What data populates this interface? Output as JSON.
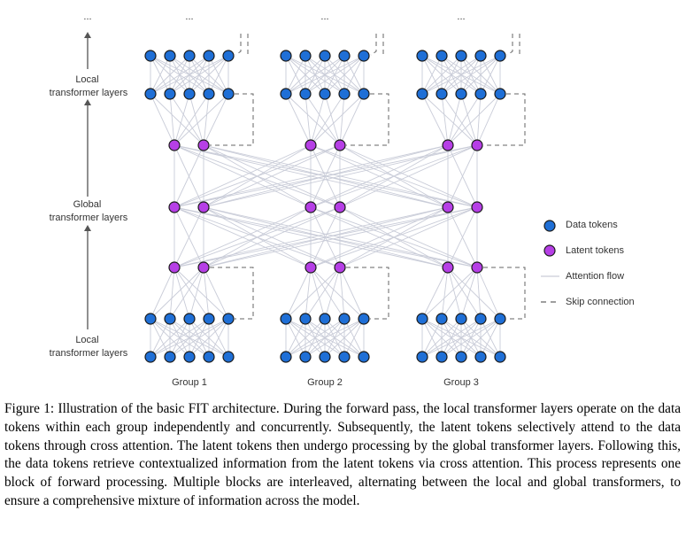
{
  "figure": {
    "dots": "...",
    "side_labels": {
      "local_top": [
        "Local",
        "transformer layers"
      ],
      "global": [
        "Global",
        "transformer layers"
      ],
      "local_bottom": [
        "Local",
        "transformer layers"
      ]
    },
    "groups": [
      "Group 1",
      "Group 2",
      "Group 3"
    ],
    "legend": {
      "data_tokens": "Data tokens",
      "latent_tokens": "Latent tokens",
      "attention_flow": "Attention flow",
      "skip_connection": "Skip connection"
    },
    "colors": {
      "data_token": "#1f6fd6",
      "latent_token": "#b63fe6",
      "attention_line": "#c9ccd8",
      "skip_line": "#666666",
      "arrow": "#555555"
    }
  },
  "caption": "Figure 1: Illustration of the basic FIT architecture. During the forward pass, the local transformer layers operate on the data tokens within each group independently and concurrently. Subsequently, the latent tokens selectively attend to the data tokens through cross attention. The latent tokens then undergo processing by the global transformer layers. Following this, the data tokens retrieve contextualized information from the latent tokens via cross attention. This process represents one block of forward processing. Multiple blocks are interleaved, alternating between the local and global transformers, to ensure a comprehensive mixture of information across the model."
}
